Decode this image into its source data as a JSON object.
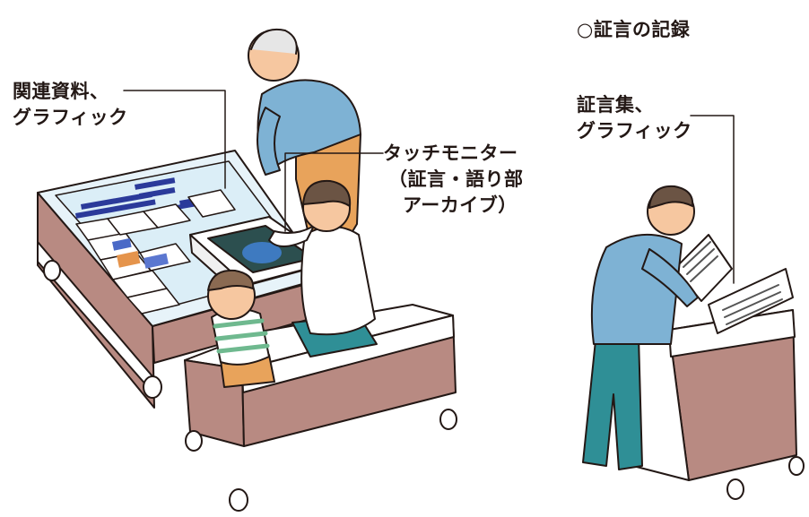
{
  "section_title": "○証言の記録",
  "callouts": {
    "related_materials": {
      "line1": "関連資料、",
      "line2": "グラフィック"
    },
    "touch_monitor": {
      "line1": "タッチモニター",
      "line2": "（証言・語り部",
      "line3": "アーカイブ）"
    },
    "testimony_collection": {
      "line1": "証言集、",
      "line2": "グラフィック"
    }
  },
  "colors": {
    "outline": "#231815",
    "leader_line": "#231815",
    "shirt_blue": "#7eb2d4",
    "pants_teal": "#2f8f96",
    "skin": "#f6c7a0",
    "cabinet_brown": "#b88a82",
    "table_white": "#ffffff",
    "orange_pants": "#e8a35b",
    "screen_dark": "#2c4f4f",
    "glass_blue": "#dff0f7",
    "panel_navy": "#2b3a9a",
    "stripe_green": "#6fb98f"
  },
  "icons": [
    "person-elderly",
    "person-adult",
    "person-child",
    "person-reader",
    "display-case",
    "touch-monitor",
    "bench",
    "lectern"
  ]
}
